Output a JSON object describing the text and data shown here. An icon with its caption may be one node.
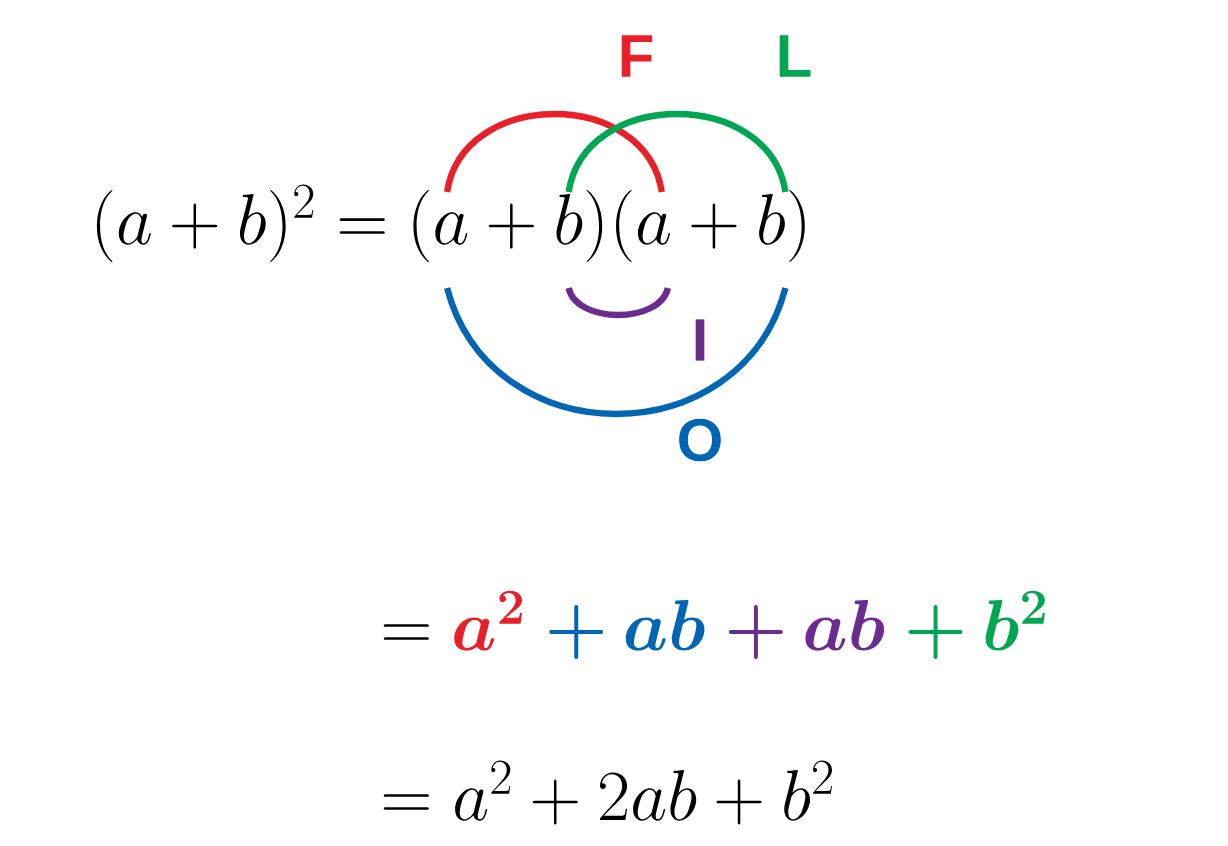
{
  "diagram": {
    "nodes": [
      {
        "text": [
          "(a+b)"
        ]
      },
      {
        "text": [
          "(a+b)"
        ]
      }
    ],
    "edges": [
      {
        "from": 0,
        "to": 1,
        "arrow": "none",
        "label": "F",
        "color": "#e8202a"
      },
      {
        "from": 0,
        "to": 1,
        "arrow": "none",
        "label": "L",
        "color": "#00a651"
      },
      {
        "from": 0,
        "to": 1,
        "arrow": "none",
        "label": "I",
        "color": "#6a2c8e"
      },
      {
        "from": 0,
        "to": 1,
        "arrow": "none",
        "label": "O",
        "color": "#0066b3"
      }
    ],
    "labels": [
      "(a+b)^{2} =",
      "=",
      "a^{2}",
      "+",
      "ab",
      "+",
      "ab",
      "+",
      "b^{2}",
      "= a^{2} + 2ab + b^{2}"
    ]
  }
}
